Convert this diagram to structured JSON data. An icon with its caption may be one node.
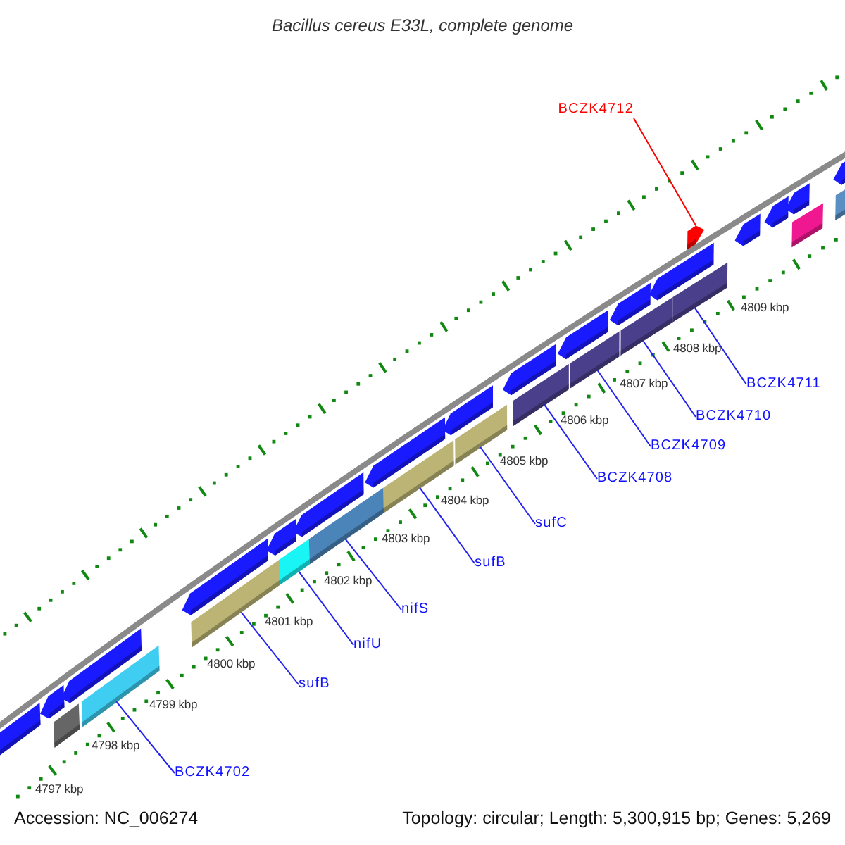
{
  "diagram": {
    "title": "Bacillus cereus E33L, complete genome",
    "nodes": [
      {
        "text": [
          "BCZK4702"
        ]
      },
      {
        "text": [
          "sufB"
        ]
      },
      {
        "text": [
          "nifU"
        ]
      },
      {
        "text": [
          "nifS"
        ]
      },
      {
        "text": [
          "sufB"
        ]
      },
      {
        "text": [
          "sufC"
        ]
      },
      {
        "text": [
          "BCZK4708"
        ]
      },
      {
        "text": [
          "BCZK4709"
        ]
      },
      {
        "text": [
          "BCZK4710"
        ]
      },
      {
        "text": [
          "BCZK4711"
        ]
      },
      {
        "text": [
          "BCZK4712"
        ]
      },
      {
        "text": [],
        "shape": "bar"
      },
      {
        "text": [],
        "shape": "bar"
      },
      {
        "text": [],
        "shape": "bar"
      },
      {
        "text": [],
        "shape": "bar"
      },
      {
        "text": [],
        "shape": "bar"
      },
      {
        "text": [],
        "shape": "bar"
      },
      {
        "text": [],
        "shape": "bar"
      },
      {
        "text": [],
        "shape": "bar"
      },
      {
        "text": [],
        "shape": "bar"
      },
      {
        "text": [],
        "shape": "bar"
      },
      {
        "text": [],
        "shape": "arrow"
      }
    ],
    "edges": [
      {
        "from": 0,
        "to": 11,
        "arrow": "none"
      },
      {
        "from": 1,
        "to": 12,
        "arrow": "none"
      },
      {
        "from": 2,
        "to": 13,
        "arrow": "none"
      },
      {
        "from": 3,
        "to": 14,
        "arrow": "none"
      },
      {
        "from": 4,
        "to": 15,
        "arrow": "none"
      },
      {
        "from": 5,
        "to": 16,
        "arrow": "none"
      },
      {
        "from": 6,
        "to": 17,
        "arrow": "none"
      },
      {
        "from": 7,
        "to": 18,
        "arrow": "none"
      },
      {
        "from": 8,
        "to": 19,
        "arrow": "none"
      },
      {
        "from": 9,
        "to": 20,
        "arrow": "none"
      },
      {
        "from": 10,
        "to": 21,
        "arrow": "none",
        "color": "#ff0000"
      }
    ],
    "labels": [
      "4797 kbp",
      "4798 kbp",
      "4799 kbp",
      "4800 kbp",
      "4801 kbp",
      "4802 kbp",
      "4803 kbp",
      "4804 kbp",
      "4805 kbp",
      "4806 kbp",
      "4807 kbp",
      "4808 kbp",
      "4809 kbp",
      "Accession: NC_006274",
      "Topology: circular; Length: 5,300,915 bp; Genes: 5,269"
    ]
  }
}
